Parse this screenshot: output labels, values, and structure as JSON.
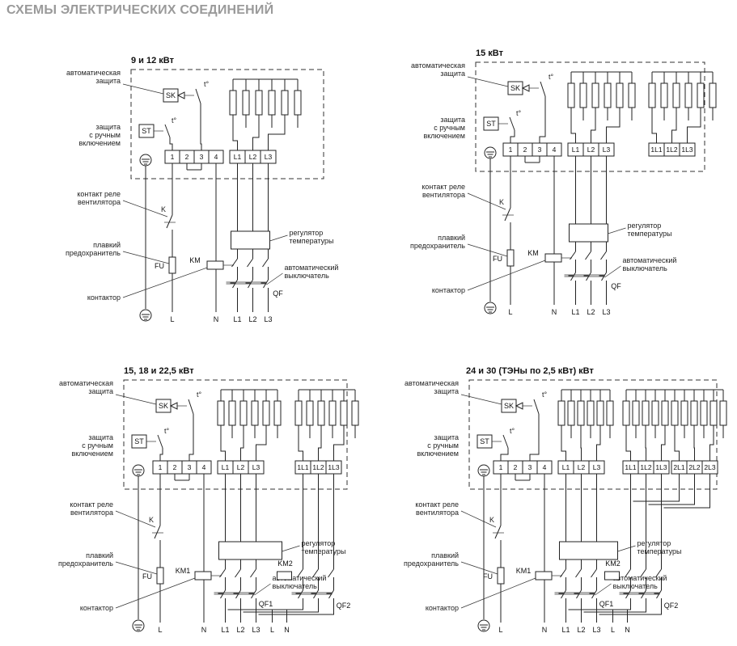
{
  "page_title": "СХЕМЫ ЭЛЕКТРИЧЕСКИХ СОЕДИНЕНИЙ",
  "diagrams": [
    {
      "title": "9 и 12 кВт",
      "labels": {
        "auto_protection": [
          "автоматическая",
          "защита"
        ],
        "manual_protection": [
          "защита",
          "с ручным",
          "включением"
        ],
        "fan_relay": [
          "контакт реле",
          "вентилятора"
        ],
        "fuse": [
          "плавкий",
          "предохранитель"
        ],
        "contactor": [
          "контактор"
        ],
        "regulator": [
          "регулятор",
          "температуры"
        ],
        "breaker": [
          "автоматический",
          "выключатель"
        ]
      },
      "terminals_a": [
        "1",
        "2",
        "3",
        "4"
      ],
      "terminals_b": [
        "L1",
        "L2",
        "L3"
      ],
      "terminals_c": [],
      "terminals_d": [],
      "devices": {
        "sk": "SK",
        "st": "ST",
        "t": "t°",
        "k": "K",
        "fu": "FU",
        "km": "KM",
        "km2": "",
        "qf": "QF",
        "qf2": ""
      },
      "outputs": [
        "L",
        "N",
        "L1",
        "L2",
        "L3"
      ]
    },
    {
      "title": "15 кВт",
      "labels": {
        "auto_protection": [
          "автоматическая",
          "защита"
        ],
        "manual_protection": [
          "защита",
          "с ручным",
          "включением"
        ],
        "fan_relay": [
          "контакт реле",
          "вентилятора"
        ],
        "fuse": [
          "плавкий",
          "предохранитель"
        ],
        "contactor": [
          "контактор"
        ],
        "regulator": [
          "регулятор",
          "температуры"
        ],
        "breaker": [
          "автоматический",
          "выключатель"
        ]
      },
      "terminals_a": [
        "1",
        "2",
        "3",
        "4"
      ],
      "terminals_b": [
        "L1",
        "L2",
        "L3"
      ],
      "terminals_c": [
        "1L1",
        "1L2",
        "1L3"
      ],
      "terminals_d": [],
      "devices": {
        "sk": "SK",
        "st": "ST",
        "t": "t°",
        "k": "K",
        "fu": "FU",
        "km": "KM",
        "km2": "",
        "qf": "QF",
        "qf2": ""
      },
      "outputs": [
        "L",
        "N",
        "L1",
        "L2",
        "L3"
      ]
    },
    {
      "title": "15, 18 и 22,5 кВт",
      "labels": {
        "auto_protection": [
          "автоматическая",
          "защита"
        ],
        "manual_protection": [
          "защита",
          "с ручным",
          "включением"
        ],
        "fan_relay": [
          "контакт реле",
          "вентилятора"
        ],
        "fuse": [
          "плавкий",
          "предохранитель"
        ],
        "contactor": [
          "контактор"
        ],
        "regulator": [
          "регулятор",
          "температуры"
        ],
        "breaker": [
          "автоматический",
          "выключатель"
        ]
      },
      "terminals_a": [
        "1",
        "2",
        "3",
        "4"
      ],
      "terminals_b": [
        "L1",
        "L2",
        "L3"
      ],
      "terminals_c": [
        "1L1",
        "1L2",
        "1L3"
      ],
      "terminals_d": [],
      "devices": {
        "sk": "SK",
        "st": "ST",
        "t": "t°",
        "k": "K",
        "fu": "FU",
        "km": "KM1",
        "km2": "KM2",
        "qf": "QF1",
        "qf2": "QF2"
      },
      "outputs": [
        "L",
        "N",
        "L1",
        "L2",
        "L3",
        "L",
        "N"
      ]
    },
    {
      "title": "24 и 30 (ТЭНы по 2,5 кВт) кВт",
      "labels": {
        "auto_protection": [
          "автоматическая",
          "защита"
        ],
        "manual_protection": [
          "защита",
          "с ручным",
          "включением"
        ],
        "fan_relay": [
          "контакт реле",
          "вентилятора"
        ],
        "fuse": [
          "плавкий",
          "предохранитель"
        ],
        "contactor": [
          "контактор"
        ],
        "regulator": [
          "регулятор",
          "температуры"
        ],
        "breaker": [
          "автоматический",
          "выключатель"
        ]
      },
      "terminals_a": [
        "1",
        "2",
        "3",
        "4"
      ],
      "terminals_b": [
        "L1",
        "L2",
        "L3"
      ],
      "terminals_c": [
        "1L1",
        "1L2",
        "1L3"
      ],
      "terminals_d": [
        "2L1",
        "2L2",
        "2L3"
      ],
      "devices": {
        "sk": "SK",
        "st": "ST",
        "t": "t°",
        "k": "K",
        "fu": "FU",
        "km": "KM1",
        "km2": "KM2",
        "qf": "QF1",
        "qf2": "QF2"
      },
      "outputs": [
        "L",
        "N",
        "L1",
        "L2",
        "L3",
        "L",
        "N"
      ]
    }
  ]
}
